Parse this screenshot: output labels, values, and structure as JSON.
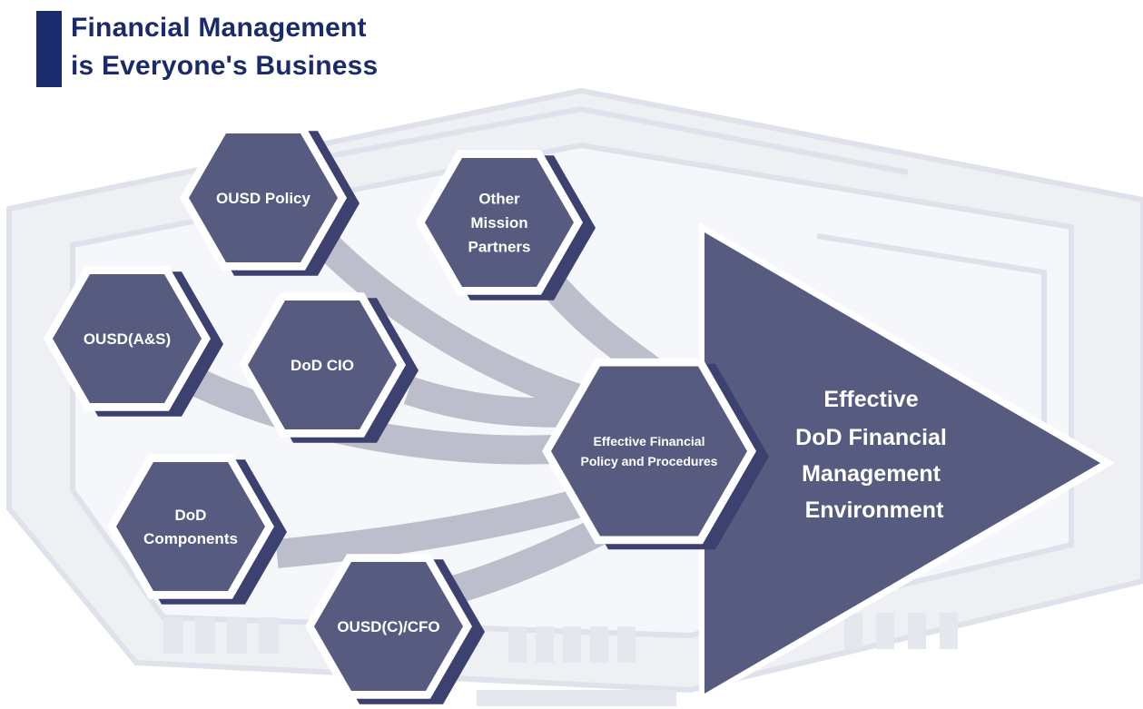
{
  "title": {
    "line1": "Financial Management",
    "line2": "is Everyone's Business"
  },
  "hexagons": {
    "ousd_policy": [
      "OUSD Policy"
    ],
    "other_partners": [
      "Other",
      "Mission",
      "Partners"
    ],
    "ousd_as": [
      "OUSD(A&S)"
    ],
    "dod_cio": [
      "DoD CIO"
    ],
    "dod_components": [
      "DoD",
      "Components"
    ],
    "ousd_c_cfo": [
      "OUSD(C)/CFO"
    ],
    "center": [
      "Effective Financial",
      "Policy and Procedures"
    ]
  },
  "arrow": {
    "lines": [
      "Effective",
      "DoD Financial",
      "Management",
      "Environment"
    ]
  },
  "colors": {
    "hex_fill": "#575b80",
    "hex_shadow": "#3c4170",
    "ribbon": "#bcbfcb",
    "title": "#1b2a6b",
    "bg_building": "#eef0f4"
  }
}
